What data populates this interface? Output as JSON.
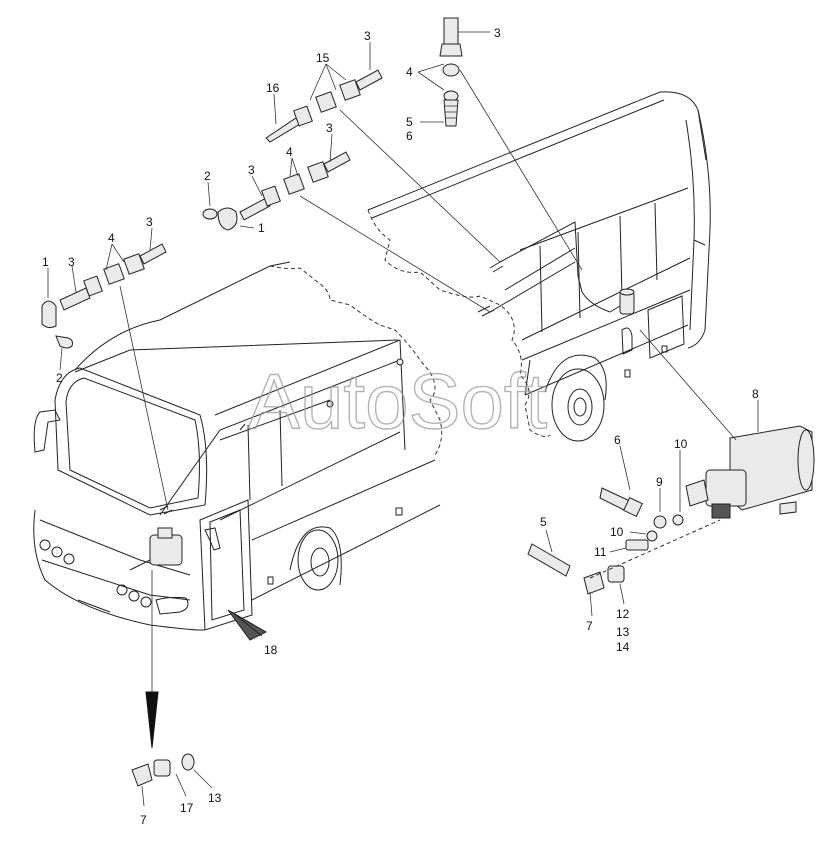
{
  "watermark": "AutoSoft",
  "callouts": [
    {
      "id": "c1",
      "text": "3"
    },
    {
      "id": "c2",
      "text": "4"
    },
    {
      "id": "c3",
      "text": "5"
    },
    {
      "id": "c4",
      "text": "6"
    },
    {
      "id": "c5",
      "text": "15"
    },
    {
      "id": "c6",
      "text": "3"
    },
    {
      "id": "c7",
      "text": "16"
    },
    {
      "id": "c8",
      "text": "3"
    },
    {
      "id": "c9",
      "text": "4"
    },
    {
      "id": "c10",
      "text": "3"
    },
    {
      "id": "c11",
      "text": "2"
    },
    {
      "id": "c12",
      "text": "1"
    },
    {
      "id": "c13",
      "text": "3"
    },
    {
      "id": "c14",
      "text": "4"
    },
    {
      "id": "c15",
      "text": "1"
    },
    {
      "id": "c16",
      "text": "3"
    },
    {
      "id": "c17",
      "text": "2"
    },
    {
      "id": "c18",
      "text": "8"
    },
    {
      "id": "c19",
      "text": "6"
    },
    {
      "id": "c20",
      "text": "9"
    },
    {
      "id": "c21",
      "text": "10"
    },
    {
      "id": "c22",
      "text": "10"
    },
    {
      "id": "c23",
      "text": "11"
    },
    {
      "id": "c24",
      "text": "5"
    },
    {
      "id": "c25",
      "text": "7"
    },
    {
      "id": "c26",
      "text": "12"
    },
    {
      "id": "c27",
      "text": "13"
    },
    {
      "id": "c28",
      "text": "14"
    },
    {
      "id": "c29",
      "text": "18"
    },
    {
      "id": "c30",
      "text": "7"
    },
    {
      "id": "c31",
      "text": "17"
    },
    {
      "id": "c32",
      "text": "13"
    }
  ]
}
